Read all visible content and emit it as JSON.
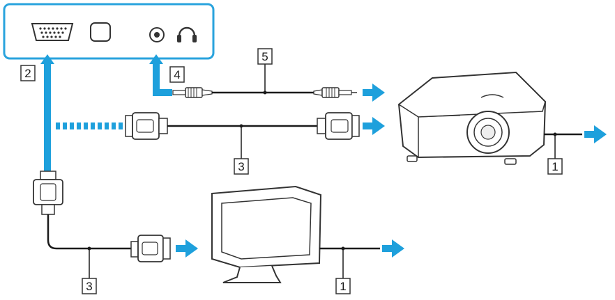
{
  "callouts": {
    "vga_port": "2",
    "headphone_jack": "4",
    "audio_cable": "5",
    "monitor_cable_upper": "3",
    "monitor_cable_lower": "3",
    "projector_power": "1",
    "monitor_power": "1"
  },
  "colors": {
    "accent": "#1ea0dc",
    "cable": "#1a1a1a",
    "panel_border": "#29a3dd"
  },
  "icons": [
    "vga-port-icon",
    "display-port-icon",
    "audio-jack-icon",
    "headphone-icon",
    "projector-icon",
    "monitor-icon",
    "vga-connector-icon",
    "audio-plug-icon",
    "arrow-icon"
  ]
}
